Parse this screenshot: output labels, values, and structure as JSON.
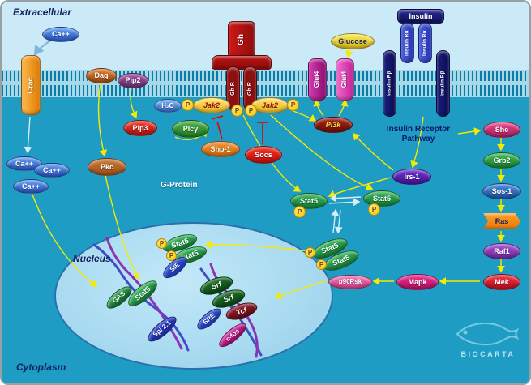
{
  "regions": {
    "extracellular": "Extracellular",
    "cytoplasm": "Cytoplasm",
    "nucleus": "Nucleus",
    "g_protein": "G-Protein",
    "insulin_receptor_pathway": "Insulin Receptor Pathway"
  },
  "nodes": {
    "ca": "Ca++",
    "crac": "Crac",
    "dag": "Dag",
    "pip2": "Pip2",
    "h2o": "H₂O",
    "pip3": "Pip3",
    "plcg": "Plcγ",
    "pkc": "Pkc",
    "shp1": "Shp-1",
    "socs": "Socs",
    "jak2": "Jak2",
    "p": "P",
    "gh": "Gh",
    "ghr": "Gh R",
    "glucose": "Glucose",
    "glut4": "Glut4",
    "pi3k": "Pi3k",
    "insulin": "Insulin",
    "insulin_ra": "Insulin Rα",
    "insulin_rb": "Insulin Rβ",
    "irs1": "Irs-1",
    "shc": "Shc",
    "grb2": "Grb2",
    "sos1": "Sos-1",
    "ras": "Ras",
    "raf1": "Raf1",
    "mek": "Mek",
    "mapk": "Mapk",
    "p90rsk": "p90Rsk",
    "stat5": "Stat5",
    "srf": "Srf",
    "tcf": "Tcf",
    "sie": "SIE",
    "gas": "GAS",
    "spi21": "Spi 2.1",
    "sre": "SRE",
    "cfos": "c-fos"
  },
  "logo": {
    "brand": "BIOCARTA"
  },
  "colors": {
    "cytoplasm_bg": "#1e9cc4",
    "extracellular_bg": "#c9eaf6",
    "membrane": "#0a7ba6",
    "nucleus_fill": "#a8daf0",
    "signal_arrow": "#f5ea00",
    "inhibition": "#e80000",
    "phospho": "#f2c300"
  }
}
